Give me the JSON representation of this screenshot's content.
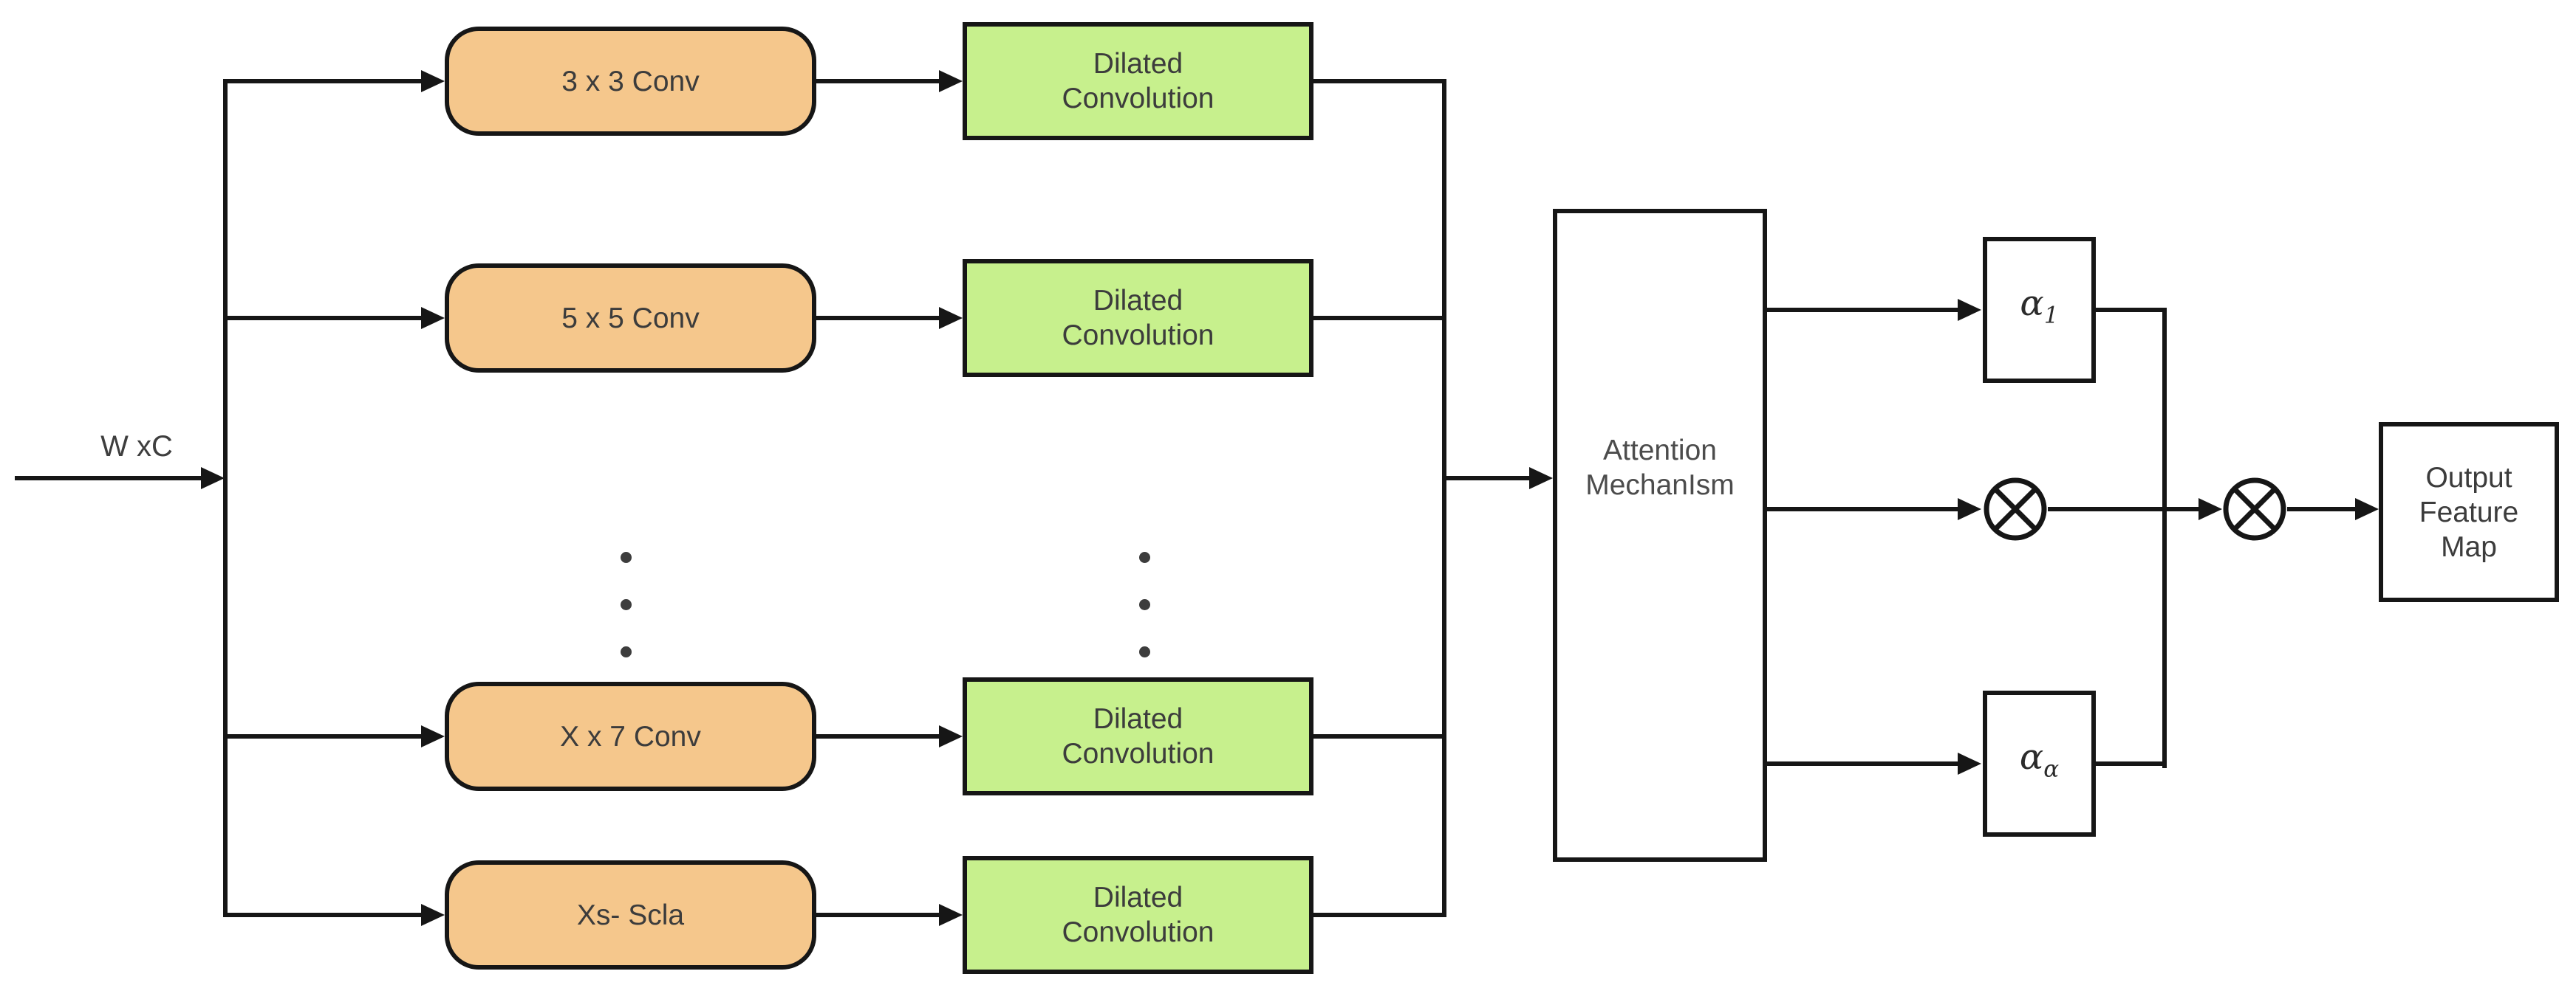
{
  "input": {
    "label": "W xC"
  },
  "branches": [
    {
      "conv_label": "3 x 3 Conv",
      "dilated_label": "Dilated\nConvolution"
    },
    {
      "conv_label": "5 x 5 Conv",
      "dilated_label": "Dilated\nConvolution"
    },
    {
      "conv_label": "X x 7 Conv",
      "dilated_label": "Dilated\nConvolution"
    },
    {
      "conv_label": "Xs- Scla",
      "dilated_label": "Dilated\nConvolution"
    }
  ],
  "attention": {
    "label": "Attention\nMechanIsm"
  },
  "weights": {
    "alpha1": {
      "base": "α",
      "sub": "1"
    },
    "alphaN": {
      "base": "α",
      "sub": "α"
    }
  },
  "operators": {
    "multiply_symbol": "⊗"
  },
  "output": {
    "label": "Output\nFeature\nMap"
  },
  "icons": {
    "multiply_icon": "circled-times",
    "arrowhead_icon": "triangle-right",
    "ellipsis_icon": "vertical-dots"
  },
  "colors": {
    "conv_fill": "#F5C78C",
    "dilated_fill": "#C7F08D",
    "line": "#161616",
    "label_text": "#3C3C3C",
    "background": "#FFFFFF"
  }
}
